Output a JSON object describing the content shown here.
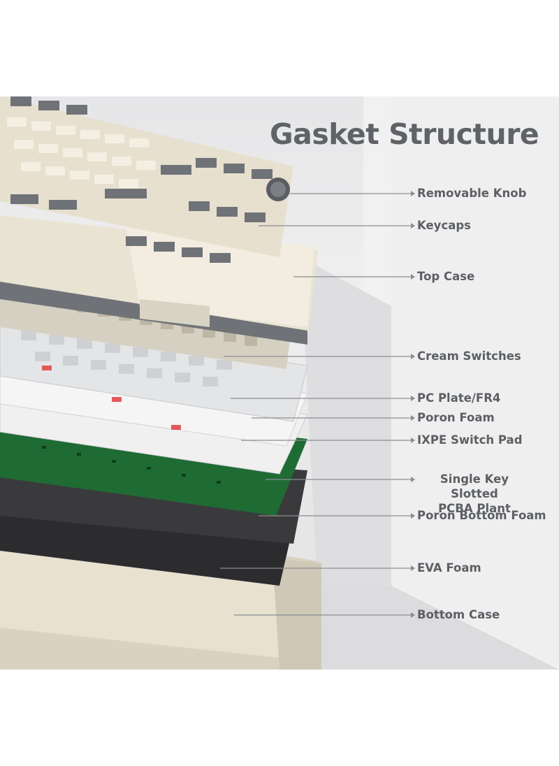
{
  "title": "Gasket Structure",
  "layers": [
    {
      "id": "removable-knob",
      "label": "Removable Knob"
    },
    {
      "id": "keycaps",
      "label": "Keycaps"
    },
    {
      "id": "top-case",
      "label": "Top Case"
    },
    {
      "id": "cream-switches",
      "label": "Cream Switches"
    },
    {
      "id": "pc-plate",
      "label": "PC Plate/FR4"
    },
    {
      "id": "poron-foam",
      "label": "Poron Foam"
    },
    {
      "id": "ixpe-switch-pad",
      "label": "IXPE Switch Pad"
    },
    {
      "id": "pcba-plant",
      "label": "Single Key Slotted\nPCBA Plant"
    },
    {
      "id": "poron-bottom-foam",
      "label": "Poron Bottom Foam"
    },
    {
      "id": "eva-foam",
      "label": "EVA Foam"
    },
    {
      "id": "bottom-case",
      "label": "Bottom Case"
    }
  ],
  "colors": {
    "title": "#5f6266",
    "label": "#5c5f63",
    "leader_line": "#8a8d91",
    "pcb_green": "#1f6b34",
    "cream": "#e7e0cf",
    "dark_keys": "#6f7377"
  }
}
